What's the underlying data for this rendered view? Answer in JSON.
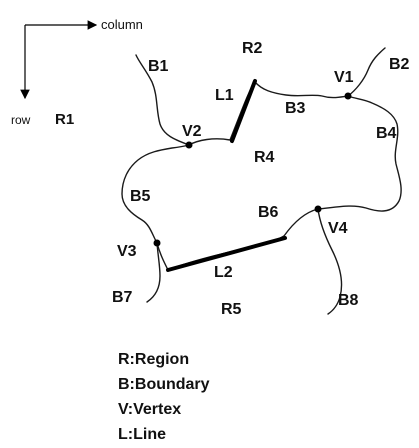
{
  "axes": {
    "column_label": "column",
    "row_label": "row"
  },
  "regions": {
    "r1": "R1",
    "r2": "R2",
    "r4": "R4",
    "r5": "R5"
  },
  "boundaries": {
    "b1": "B1",
    "b2": "B2",
    "b3": "B3",
    "b4": "B4",
    "b5": "B5",
    "b6": "B6",
    "b7": "B7",
    "b8": "B8"
  },
  "vertices": {
    "v1": "V1",
    "v2": "V2",
    "v3": "V3",
    "v4": "V4"
  },
  "lines": {
    "l1": "L1",
    "l2": "L2"
  },
  "legend": [
    "R:Region",
    "B:Boundary",
    "V:Vertex",
    "L:Line"
  ]
}
